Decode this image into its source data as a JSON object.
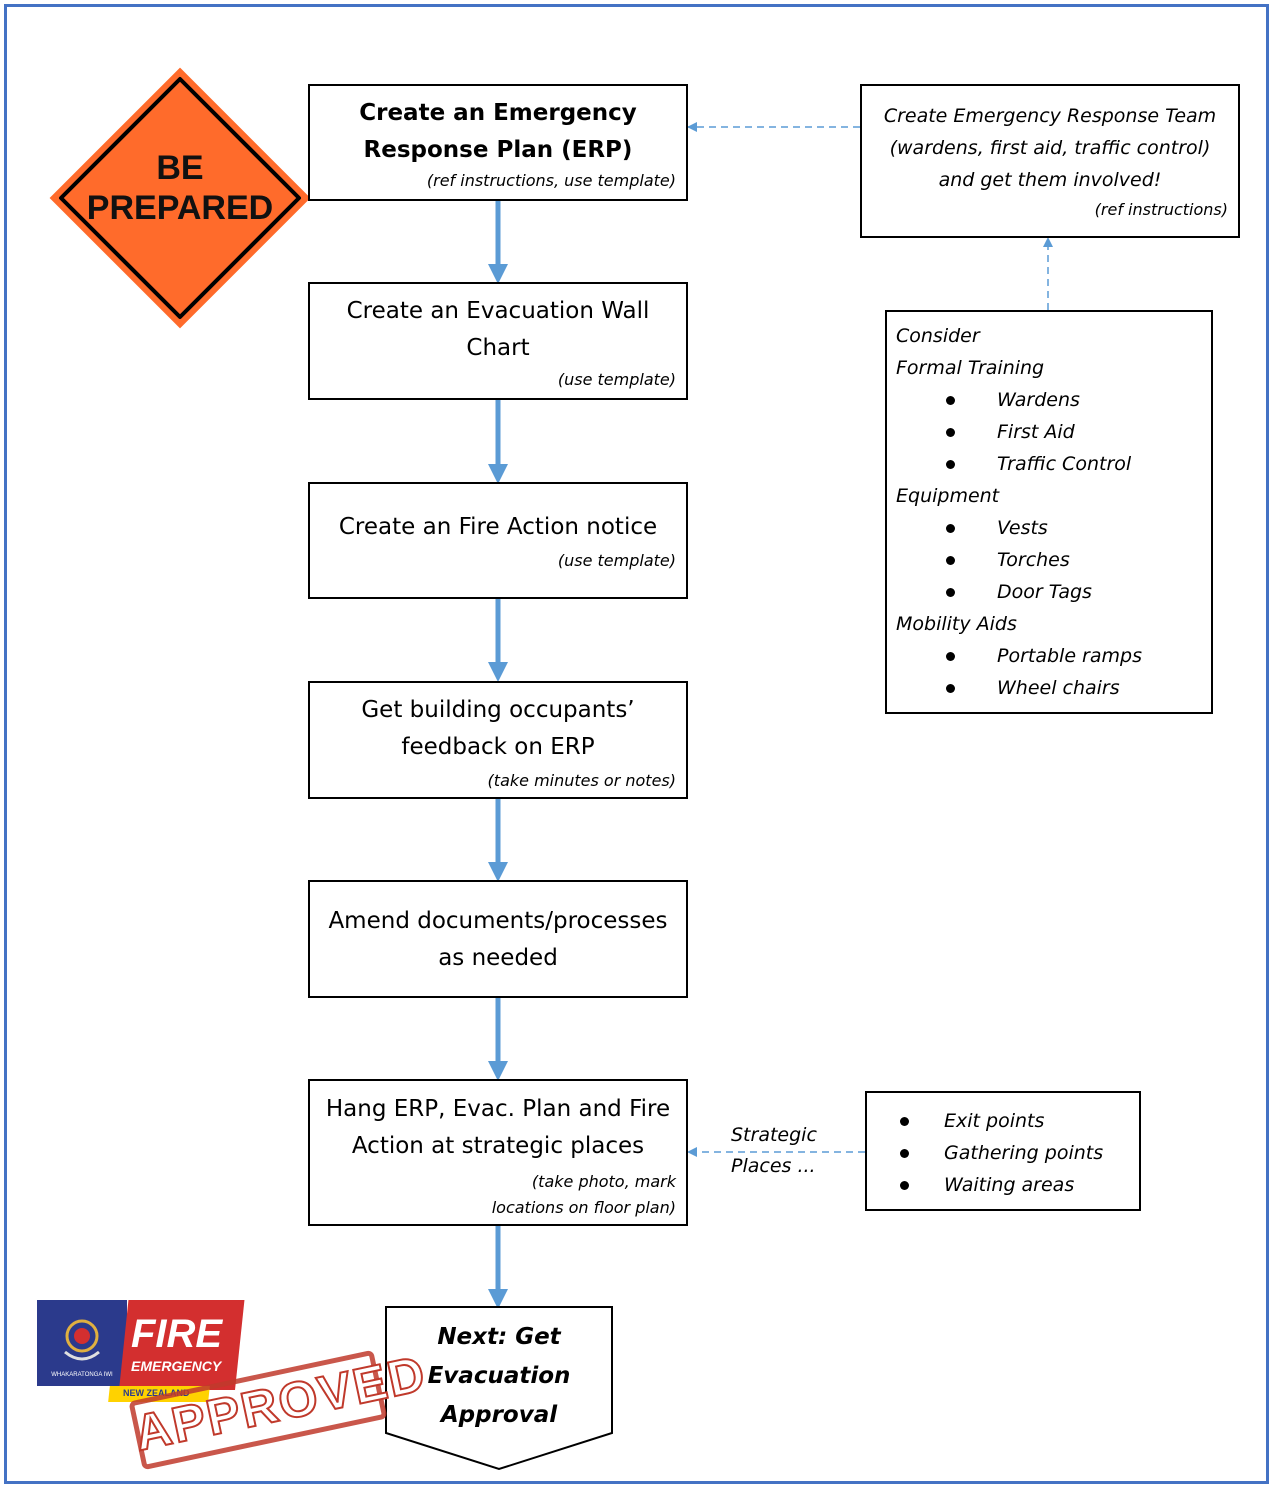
{
  "sign": {
    "line1": "BE",
    "line2": "PREPARED"
  },
  "steps": [
    {
      "title_line1": "Create an Emergency",
      "title_line2": "Response Plan (ERP)",
      "note": "(ref instructions,  use template)"
    },
    {
      "title_line1": "Create an Evacuation Wall",
      "title_line2": "Chart",
      "note": "(use template)"
    },
    {
      "title_line1": "Create an Fire Action notice",
      "note": "(use template)"
    },
    {
      "title_line1": "Get building occupants’",
      "title_line2": "feedback on ERP",
      "note": "(take minutes or notes)"
    },
    {
      "title_line1": "Amend documents/processes",
      "title_line2": "as needed"
    },
    {
      "title_line1": "Hang ERP, Evac. Plan and Fire",
      "title_line2": "Action at strategic places",
      "note_line1": "(take photo, mark",
      "note_line2": "locations on floor plan)"
    }
  ],
  "next_step": {
    "line1": "Next: Get",
    "line2": "Evacuation",
    "line3": "Approval"
  },
  "team_box": {
    "line1": "Create Emergency Response Team",
    "line2": "(wardens, first aid, traffic control)",
    "line3": "and get them involved!",
    "note": "(ref instructions)"
  },
  "consider_box": {
    "heading1": "Consider",
    "sections": [
      {
        "heading": "Formal Training",
        "items": [
          "Wardens",
          "First Aid",
          "Traffic Control"
        ]
      },
      {
        "heading": "Equipment",
        "items": [
          "Vests",
          "Torches",
          "Door Tags"
        ]
      },
      {
        "heading": "Mobility Aids",
        "items": [
          "Portable ramps",
          "Wheel chairs"
        ]
      }
    ]
  },
  "strategic_label": {
    "line1": "Strategic",
    "line2": "Places ..."
  },
  "places_box": {
    "items": [
      "Exit points",
      "Gathering points",
      "Waiting areas"
    ]
  },
  "logo": {
    "fire": "FIRE",
    "emergency": "EMERGENCY",
    "nz": "NEW ZEALAND",
    "maori": "WHAKARATONGA IWI",
    "stamp": "APPROVED"
  },
  "colors": {
    "frame": "#4472c4",
    "arrow": "#5b9bd5",
    "sign": "#ff6b2b",
    "logo_navy": "#2b3a8c",
    "logo_red": "#d32f2f",
    "logo_yellow": "#ffd200",
    "stamp": "#c0392b"
  }
}
